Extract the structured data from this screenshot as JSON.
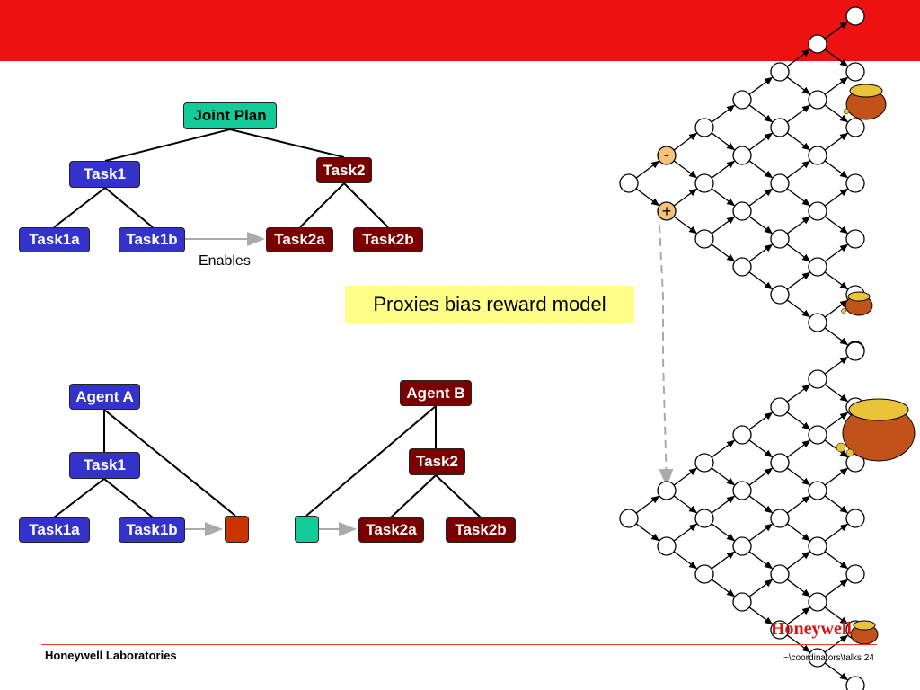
{
  "top_diagram": {
    "joint_plan": "Joint Plan",
    "task1": "Task1",
    "task2": "Task2",
    "task1a": "Task1a",
    "task1b": "Task1b",
    "task2a": "Task2a",
    "task2b": "Task2b",
    "enables": "Enables"
  },
  "bottom_diagram": {
    "agent_a": "Agent A",
    "agent_b": "Agent B",
    "task1": "Task1",
    "task2": "Task2",
    "task1a": "Task1a",
    "task1b": "Task1b",
    "task2a": "Task2a",
    "task2b": "Task2b"
  },
  "callout": "Proxies bias reward model",
  "lattice_marks": {
    "minus": "-",
    "plus": "+"
  },
  "footer": {
    "left": "Honeywell Laboratories",
    "right": "~\\coordinators\\talks 24",
    "logo": "Honeywell"
  },
  "colors": {
    "header_bar": "#ee1111",
    "agent_a_tasks": "#3333cc",
    "agent_b_tasks": "#7a0000",
    "joint_plan": "#11cc99",
    "callout_bg": "#ffff88",
    "highlight_node": "#f5c27a"
  },
  "icons": [
    "gold-pot-icon"
  ]
}
